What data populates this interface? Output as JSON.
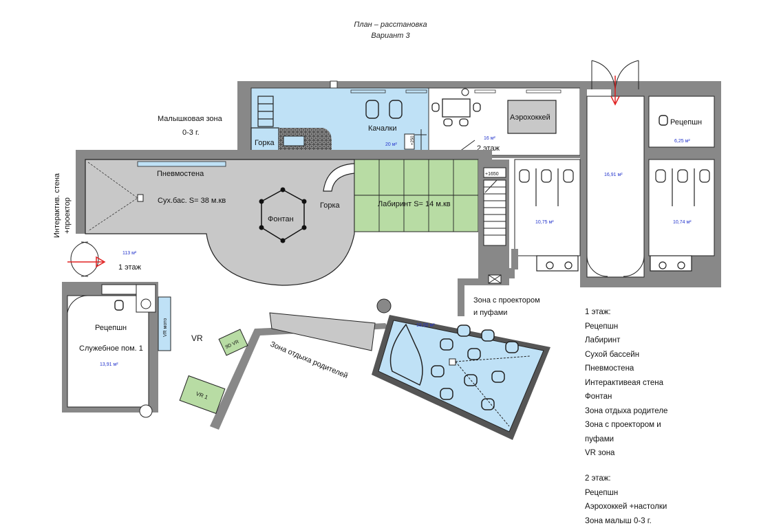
{
  "header": {
    "title_line1": "План – расстановка",
    "title_line2": "Вариант 3"
  },
  "labels": {
    "toddler_zone_1": "Малышковая зона",
    "toddler_zone_2": "0-3 г.",
    "swings": "Качалки",
    "slide_top": "Горка",
    "air_hockey": "Аэрохоккей",
    "reception_top": "Рецепшн",
    "pneumo_wall": "Пневмостена",
    "dry_pool": "Сух.бас. S= 38 м.кв",
    "fountain": "Фонтан",
    "slide_mid": "Горка",
    "labyrinth": "Лабиринт S= 14 м.кв",
    "interactive_wall_1": "Интерактив. стена",
    "interactive_wall_2": "+проектор",
    "floor1": "1 этаж",
    "floor2": "2 этаж",
    "reception_bottom": "Рецепшн",
    "service_room": "Служебное пом. 1",
    "vr_moto": "VR мото",
    "vr": "VR",
    "vr_9d": "9D VR",
    "vr_1": "VR 1",
    "parents_zone": "Зона отдыха родителей",
    "projector_zone_1": "Зона с проектором",
    "projector_zone_2": "и пуфами",
    "mark_250": "+250",
    "mark_1650": "+1650"
  },
  "areas": {
    "swings": "20 м²",
    "table": "16 м²",
    "reception_top": "6,25 м²",
    "corridor": "16,91 м²",
    "wc_left": "10,75 м²",
    "wc_right": "10,74 м²",
    "main": "113 м²",
    "service": "13,91 м²",
    "pool": "19,00 м²"
  },
  "legend": {
    "floor1_title": "1 этаж:",
    "floor1_items": [
      "Рецепшн",
      "Лабиринт",
      "Сухой бассейн",
      "Пневмостена",
      "Интерактивеая стена",
      "Фонтан",
      "Зона отдыха родителе",
      "Зона с проектором и",
      "пуфами",
      "VR зона"
    ],
    "floor2_title": "2 этаж:",
    "floor2_items": [
      "Рецепшн",
      "Аэрохоккей +настолки",
      "Зона малыш 0-3 г."
    ]
  },
  "colors": {
    "wall": "#808080",
    "floor_gray": "#c8c8c8",
    "blue": "#bfe1f6",
    "green": "#b8dca4",
    "arrow": "#e02020",
    "area_text": "#2233cc"
  }
}
